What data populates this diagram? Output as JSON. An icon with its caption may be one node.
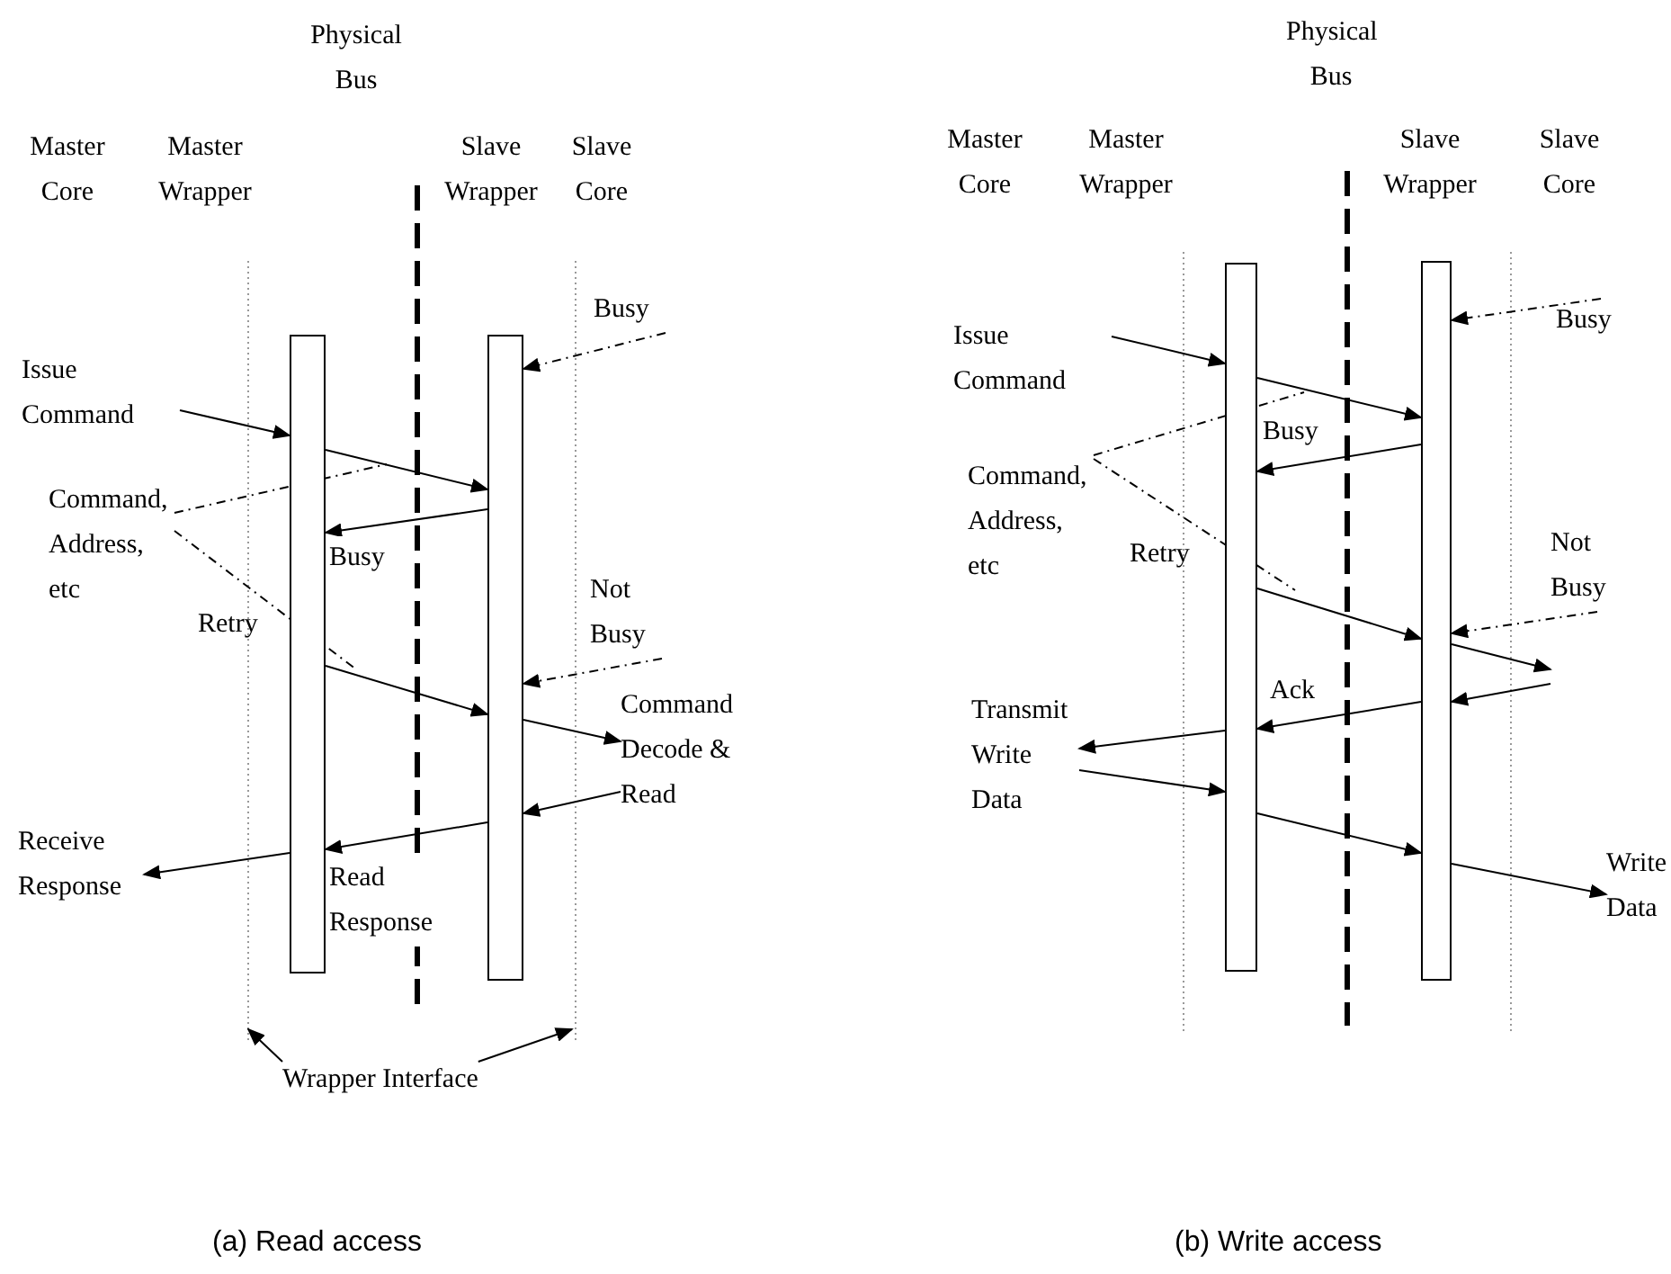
{
  "diagram": {
    "nodes": [
      {
        "text": [],
        "shape": "bar"
      },
      {
        "text": [],
        "shape": "bar"
      },
      {
        "text": [
          "Issue Command"
        ]
      },
      {
        "text": [
          "Busy"
        ]
      },
      {
        "text": [
          "Command, Address, etc"
        ]
      },
      {
        "text": [
          "Not Busy"
        ]
      },
      {
        "text": [
          "Command Decode & Read"
        ]
      },
      {
        "text": [
          "Receive Response"
        ]
      },
      {
        "text": [
          "Wrapper Interface"
        ]
      },
      {
        "text": [],
        "shape": "bar"
      },
      {
        "text": [],
        "shape": "bar"
      },
      {
        "text": [
          "Issue Command"
        ]
      },
      {
        "text": [
          "Busy"
        ]
      },
      {
        "text": [
          "Command, Address, etc"
        ]
      },
      {
        "text": [
          "Not Busy"
        ]
      },
      {
        "text": [
          "Transmit Write Data"
        ]
      },
      {
        "text": [
          "Write Data"
        ]
      }
    ],
    "edges": [
      {
        "from": 2,
        "to": 0,
        "arrow": "to"
      },
      {
        "from": 3,
        "to": 1,
        "arrow": "to",
        "style": "dashed"
      },
      {
        "from": 0,
        "to": 1,
        "arrow": "to"
      },
      {
        "from": 1,
        "to": 0,
        "arrow": "to",
        "label": "Busy"
      },
      {
        "from": 4,
        "to": null,
        "arrow": "none",
        "style": "dashed"
      },
      {
        "from": 4,
        "to": null,
        "arrow": "none",
        "style": "dashed"
      },
      {
        "from": 0,
        "to": 1,
        "arrow": "to"
      },
      {
        "from": 5,
        "to": 1,
        "arrow": "to",
        "style": "dashed"
      },
      {
        "from": 1,
        "to": 6,
        "arrow": "to"
      },
      {
        "from": 6,
        "to": 1,
        "arrow": "to"
      },
      {
        "from": 1,
        "to": 0,
        "arrow": "to",
        "label": "Read Response"
      },
      {
        "from": 0,
        "to": 7,
        "arrow": "to"
      },
      {
        "from": 8,
        "to": null,
        "arrow": "to"
      },
      {
        "from": 8,
        "to": null,
        "arrow": "to"
      },
      {
        "from": 11,
        "to": 9,
        "arrow": "to"
      },
      {
        "from": 12,
        "to": 10,
        "arrow": "to",
        "style": "dashed"
      },
      {
        "from": 9,
        "to": 10,
        "arrow": "to"
      },
      {
        "from": 10,
        "to": 9,
        "arrow": "to",
        "label": "Busy"
      },
      {
        "from": 13,
        "to": null,
        "arrow": "none",
        "style": "dashed"
      },
      {
        "from": 13,
        "to": null,
        "arrow": "none",
        "style": "dashed"
      },
      {
        "from": 9,
        "to": 10,
        "arrow": "to"
      },
      {
        "from": 14,
        "to": 10,
        "arrow": "to",
        "style": "dashed"
      },
      {
        "from": 10,
        "to": null,
        "arrow": "to"
      },
      {
        "from": null,
        "to": 10,
        "arrow": "to"
      },
      {
        "from": 10,
        "to": 9,
        "arrow": "to",
        "label": "Ack"
      },
      {
        "from": 9,
        "to": 15,
        "arrow": "to"
      },
      {
        "from": 15,
        "to": 9,
        "arrow": "to"
      },
      {
        "from": 9,
        "to": 10,
        "arrow": "to"
      },
      {
        "from": 10,
        "to": 16,
        "arrow": "to"
      }
    ],
    "labels": [
      "Physical Bus",
      "Master Core",
      "Master Wrapper",
      "Slave Wrapper",
      "Slave Core",
      "Retry",
      "(a) Read access",
      "Physical Bus",
      "Master Core",
      "Master Wrapper",
      "Slave Wrapper",
      "Slave Core",
      "Retry",
      "(b) Write access"
    ]
  }
}
